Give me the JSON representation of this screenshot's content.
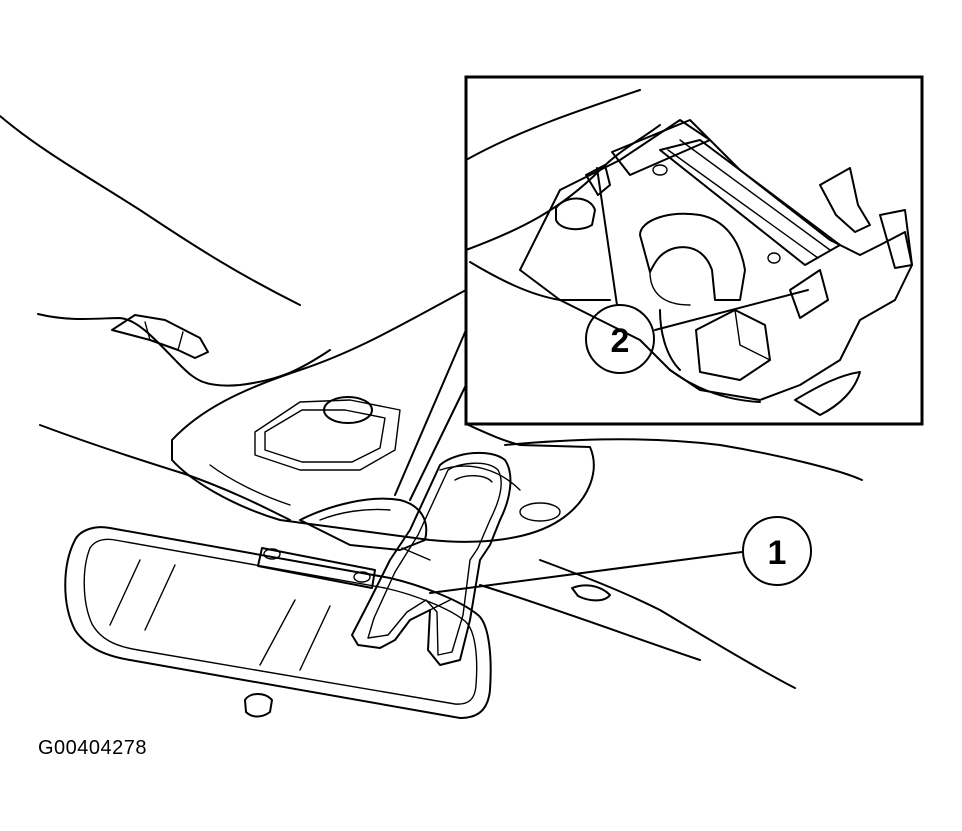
{
  "diagram": {
    "figure_id": "G00404278",
    "callouts": [
      {
        "number": "1"
      },
      {
        "number": "2"
      }
    ]
  }
}
